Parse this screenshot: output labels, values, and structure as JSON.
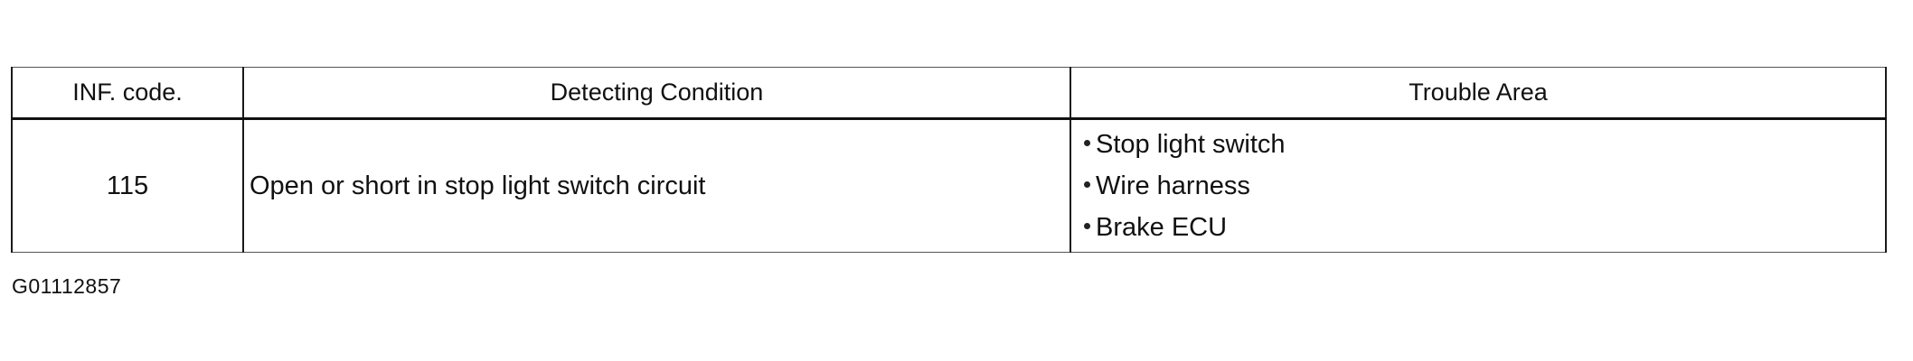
{
  "table": {
    "headers": {
      "inf_code": "INF. code.",
      "detecting_condition": "Detecting Condition",
      "trouble_area": "Trouble Area"
    },
    "rows": [
      {
        "inf_code": "115",
        "detecting_condition": "Open or short in stop light switch circuit",
        "trouble_area": [
          "Stop light switch",
          "Wire harness",
          "Brake ECU"
        ]
      }
    ]
  },
  "figure_id": "G01112857",
  "bullet_icon": "bullet-dot-icon"
}
